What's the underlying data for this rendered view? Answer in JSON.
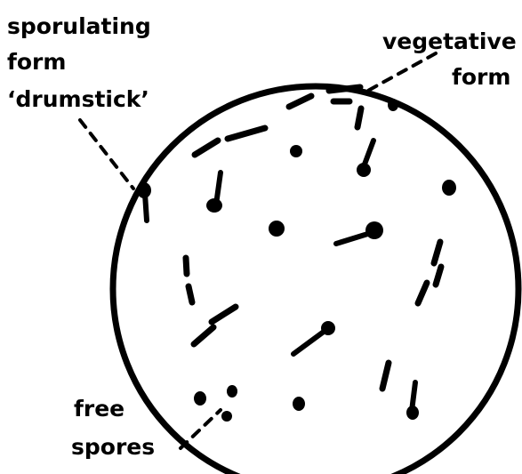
{
  "labels": {
    "sporulating_line1": "sporulating",
    "sporulating_line2": "form",
    "sporulating_line3": "‘drumstick’",
    "vegetative_line1": "vegetative",
    "vegetative_line2": "form",
    "free_line1": "free",
    "free_line2": "spores"
  },
  "colors": {
    "ink": "#000000",
    "background": "#ffffff"
  }
}
